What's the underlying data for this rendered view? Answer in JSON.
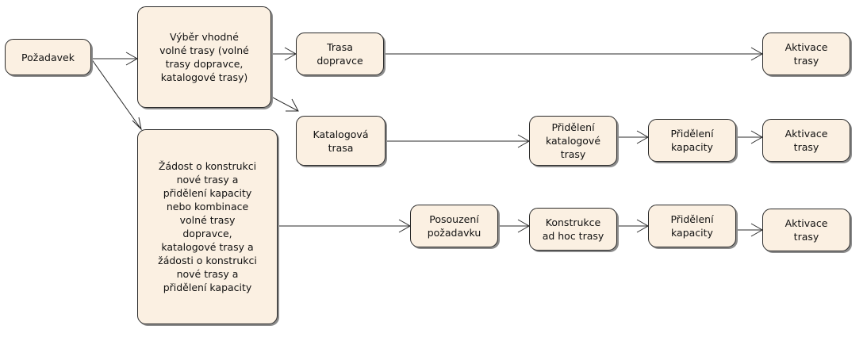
{
  "nodes": {
    "request": "Požadavek",
    "select_free_path": "Výběr vhodné\nvolné trasy  (volné\ntrasy dopravce,\nkatalogové trasy)",
    "carrier_path": "Trasa\ndopravce",
    "activation_1": "Aktivace\ntrasy",
    "catalog_path": "Katalogová\ntrasa",
    "assign_catalog_path": "Přidělení\nkatalogové\ntrasy",
    "assign_capacity_1": "Přidělení\nkapacity",
    "activation_2": "Aktivace\ntrasy",
    "new_path_request": "Žádost o konstrukci\nnové trasy a\npřidělení kapacity\nnebo kombinace\nvolné trasy\ndopravce,\nkatalogové trasy a\nžádosti o konstrukci\nnové trasy a\npřidělení kapacity",
    "assess_request": "Posouzení\npožadavku",
    "adhoc_construction": "Konstrukce\nad hoc trasy",
    "assign_capacity_2": "Přidělení\nkapacity",
    "activation_3": "Aktivace\ntrasy"
  },
  "colors": {
    "node_fill": "#fbf0e2",
    "stroke": "#2a2a2a",
    "shadow": "#8c8c8c"
  }
}
